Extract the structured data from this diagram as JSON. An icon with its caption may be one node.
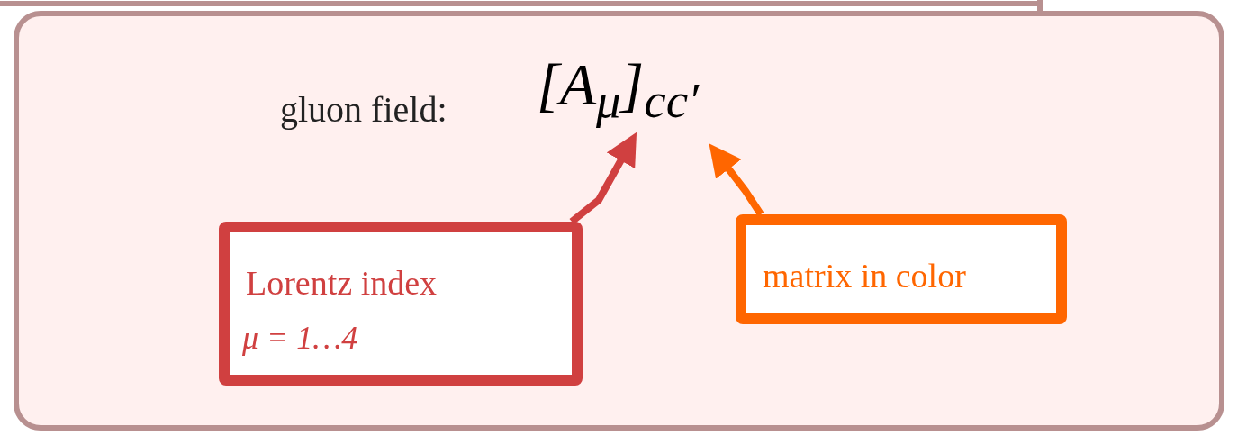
{
  "diagram": {
    "nodes": [
      {
        "text": [
          "gluon field:",
          "[A$_{μ}$]$_{cc′}$"
        ]
      },
      {
        "text": [
          "Lorentz index",
          "μ = 1…4"
        ],
        "in": 0
      },
      {
        "text": [
          "matrix in color"
        ],
        "in": 0
      }
    ],
    "edges": [
      {
        "from": 1,
        "to": null,
        "arrow": "to",
        "color": "#d04040"
      },
      {
        "from": 2,
        "to": null,
        "arrow": "to",
        "color": "#ff6600"
      }
    ]
  }
}
